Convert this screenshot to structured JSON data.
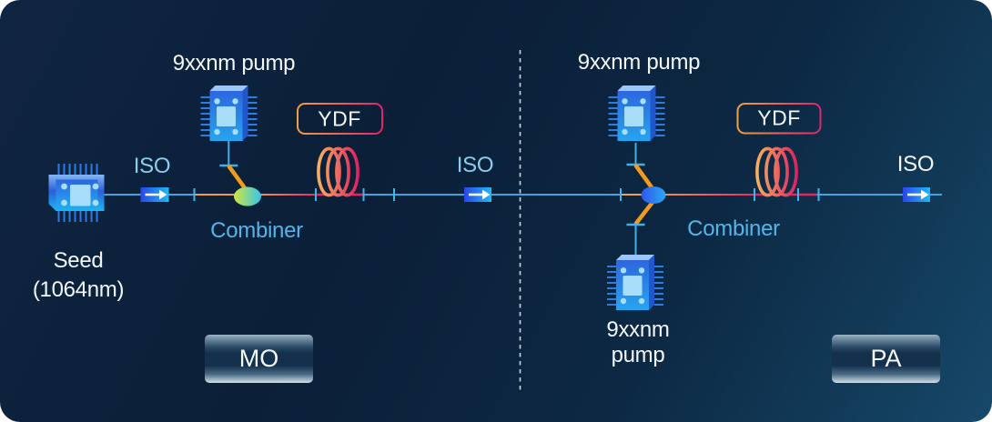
{
  "figure": {
    "type": "fiber-laser MOPA schematic",
    "sections": [
      "MO",
      "PA"
    ]
  },
  "mo_section": {
    "seed_label_line1": "Seed",
    "seed_label_line2": "(1064nm)",
    "pump_label": "9xxnm pump",
    "iso_input_label": "ISO",
    "combiner_label": "Combiner",
    "ydf_label": "YDF",
    "iso_output_label": "ISO",
    "section_tag": "MO"
  },
  "pa_section": {
    "pump_top_label": "9xxnm pump",
    "pump_bottom_label_line1": "9xxnm",
    "pump_bottom_label_line2": "pump",
    "combiner_label": "Combiner",
    "ydf_label": "YDF",
    "iso_output_label": "ISO",
    "section_tag": "PA"
  },
  "colors": {
    "panel_bg_dark": "#0b1f38",
    "panel_bg_light": "#17486a",
    "fiber_blue": "#42a3dd",
    "tick_cyan": "#3fb6ea",
    "pump_orange": "#f49a1c",
    "fiber_pink": "#e42a68",
    "chip_blue": "#2d66df",
    "label_light_blue": "#8ccdee",
    "combiner_label_blue": "#54b5e9",
    "text_white": "#f4f7fa"
  }
}
